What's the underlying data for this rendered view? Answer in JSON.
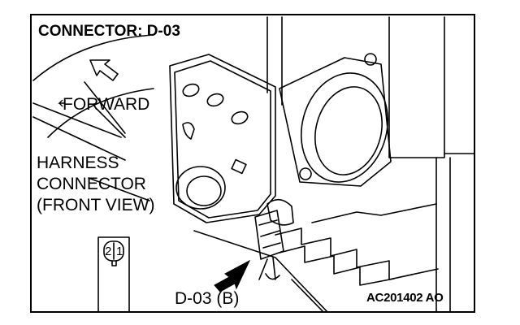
{
  "diagram": {
    "title": "CONNECTOR: D-03",
    "forward_label": "FORWARD",
    "harness_label_lines": [
      "HARNESS",
      "CONNECTOR",
      "(FRONT VIEW)"
    ],
    "connector_callout": "D-03 (B)",
    "figure_code": "AC201402 AO",
    "connector_pins": [
      "2",
      "1"
    ],
    "icons": [
      "forward-arrow-icon",
      "pointer-arrow-icon"
    ],
    "colors": {
      "line": "#000000",
      "background": "#ffffff"
    }
  }
}
